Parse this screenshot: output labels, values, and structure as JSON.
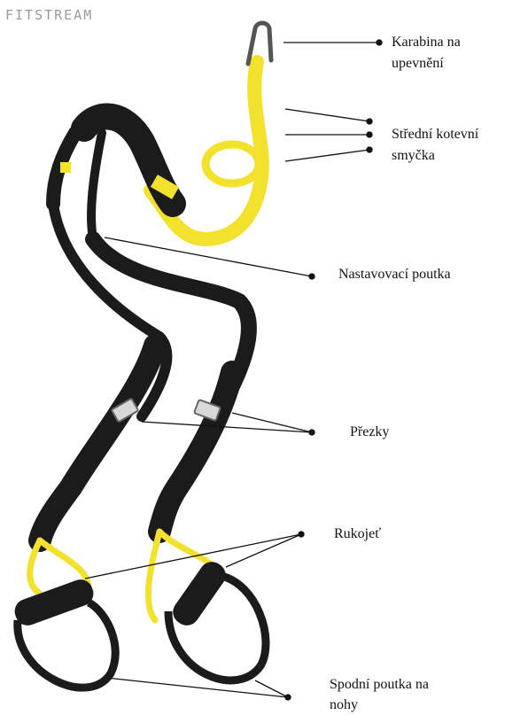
{
  "logo": "FITSTREAM",
  "labels": {
    "carabiner_line1": "Karabina na",
    "carabiner_line2": "upevnění",
    "anchor_line1": "Střední kotevní",
    "anchor_line2": "smyčka",
    "adjust": "Nastavovací poutka",
    "buckles": "Přezky",
    "handle": "Rukojeť",
    "foot_line1": "Spodní poutka na",
    "foot_line2": "nohy"
  },
  "colors": {
    "strap": "#1b1b1b",
    "accent": "#f2e12d",
    "line": "#111111"
  }
}
